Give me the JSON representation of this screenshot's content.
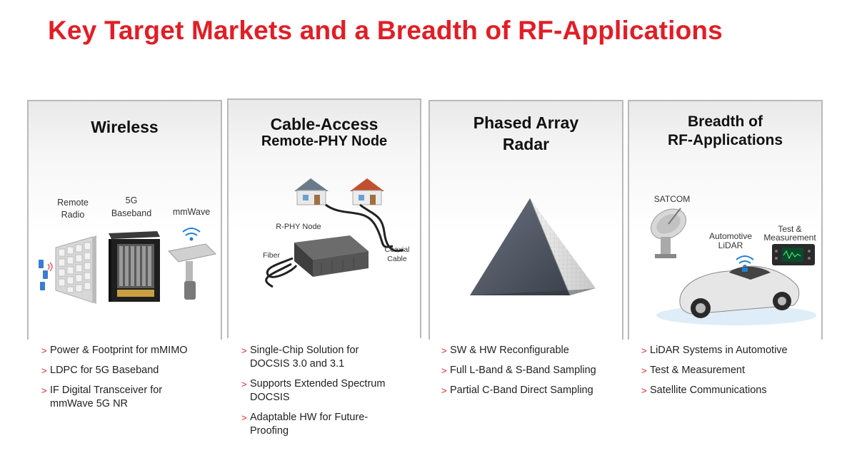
{
  "title": "Key Target Markets and a Breadth of RF-Applications",
  "colors": {
    "accent": "#e01e26",
    "panel_border": "#b9b9b9"
  },
  "bullet_marker": ">",
  "panels": [
    {
      "id": "wireless",
      "heading": [
        "Wireless"
      ],
      "image_labels": {
        "remote_radio": [
          "Remote",
          "Radio"
        ],
        "baseband": [
          "5G",
          "Baseband"
        ],
        "mmwave": "mmWave"
      },
      "icons": [
        "antenna-panel-icon",
        "baseband-rack-icon",
        "mmwave-radio-icon",
        "smartphone-icon"
      ],
      "bullets": [
        "Power & Footprint for mMIMO",
        "LDPC for 5G Baseband",
        "IF Digital Transceiver for mmWave 5G NR"
      ]
    },
    {
      "id": "cable",
      "heading": [
        "Cable-Access",
        "Remote-PHY Node"
      ],
      "image_labels": {
        "node": "R-PHY Node",
        "fiber": "Fiber",
        "coax": [
          "Coaxial",
          "Cable"
        ]
      },
      "icons": [
        "house-icon",
        "rphy-node-icon",
        "cable-icon"
      ],
      "bullets": [
        "Single-Chip Solution for DOCSIS 3.0 and 3.1",
        "Supports Extended Spectrum DOCSIS",
        "Adaptable HW for Future-Proofing"
      ]
    },
    {
      "id": "radar",
      "heading": [
        "Phased Array",
        "Radar"
      ],
      "icons": [
        "pyramid-radar-icon"
      ],
      "bullets": [
        "SW & HW Reconfigurable",
        "Full L-Band & S-Band Sampling",
        "Partial C-Band Direct Sampling"
      ]
    },
    {
      "id": "rf",
      "heading": [
        "Breadth of",
        "RF-Applications"
      ],
      "image_labels": {
        "satcom": "SATCOM",
        "lidar": [
          "Automotive",
          "LiDAR"
        ],
        "test": [
          "Test &",
          "Measurement"
        ]
      },
      "icons": [
        "satellite-dish-icon",
        "sports-car-icon",
        "oscilloscope-icon",
        "wifi-signal-icon"
      ],
      "bullets": [
        "LiDAR Systems in Automotive",
        "Test & Measurement",
        "Satellite Communications"
      ]
    }
  ]
}
